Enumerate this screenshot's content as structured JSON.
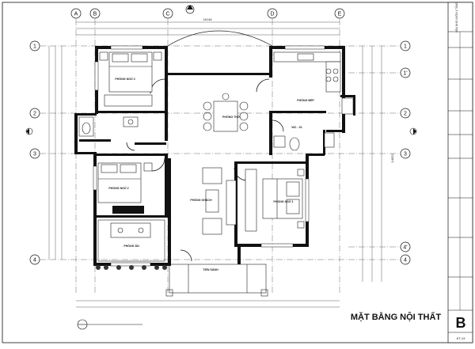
{
  "drawing_title": "MẶT BẰNG NỘI THẤT",
  "overall_dimension": "16146",
  "side_dimension": "14922",
  "grid_columns": [
    "A",
    "B",
    "C",
    "D",
    "E"
  ],
  "grid_rows_left": [
    "1",
    "2",
    "3",
    "4"
  ],
  "grid_rows_right": [
    "1",
    "1'",
    "2",
    "3",
    "4'",
    "4"
  ],
  "rooms": {
    "bedroom3": "PHÒNG NGỦ 3",
    "bedroom2": "PHÒNG NGỦ 2",
    "bedroom1": "PHÒNG NGỦ 1",
    "worship": "PHÒNG THỜ",
    "living": "PHÒNG KHÁCH",
    "kitchen": "PHÒNG BẾP",
    "dining": "PHÒNG ĂN",
    "wc": "WC - 01",
    "porch": "TIỀN SẢNH"
  },
  "title_block": {
    "project": "MẪU NHÀ VƯỜN 1 TẦNG",
    "sheet_no": "KT-13",
    "logo_letter": "B"
  }
}
